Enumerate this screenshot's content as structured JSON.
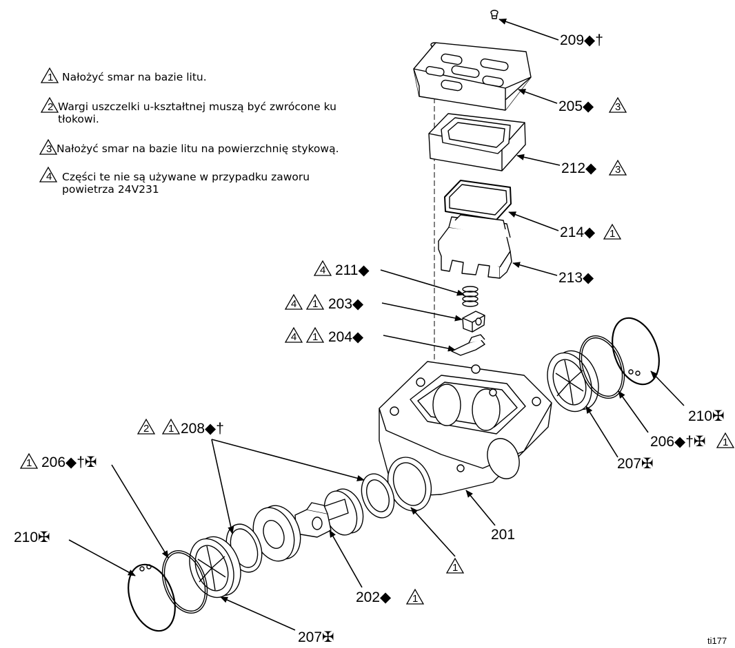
{
  "notes": [
    {
      "num": "1",
      "line1": "Nałożyć smar na bazie litu.",
      "line2": ""
    },
    {
      "num": "2",
      "line1": "Wargi uszczelki u-kształtnej muszą być zwrócone ku",
      "line2": "tłokowi."
    },
    {
      "num": "3",
      "line1": "Nałożyć smar na bazie litu na powierzchnię stykową.",
      "line2": ""
    },
    {
      "num": "4",
      "line1": " Części te nie są używane w przypadku zaworu",
      "line2": "powietrza 24V231"
    }
  ],
  "callouts": {
    "c209": "209◆†",
    "c205": "205◆",
    "c212": "212◆",
    "c214": "214◆",
    "c213": "213◆",
    "c211": "211◆",
    "c203": "203◆",
    "c204": "204◆",
    "c208": "208◆†",
    "c210r": "210✠",
    "c206r": "206◆†✠",
    "c207r": "207✠",
    "c201": "201",
    "c206l": "206◆†✠",
    "c210l": "210✠",
    "c202": "202◆",
    "c207b": "207✠"
  },
  "symbols": {
    "n1": "1",
    "n2": "2",
    "n3": "3",
    "n4": "4"
  },
  "figure_id": "ti177"
}
